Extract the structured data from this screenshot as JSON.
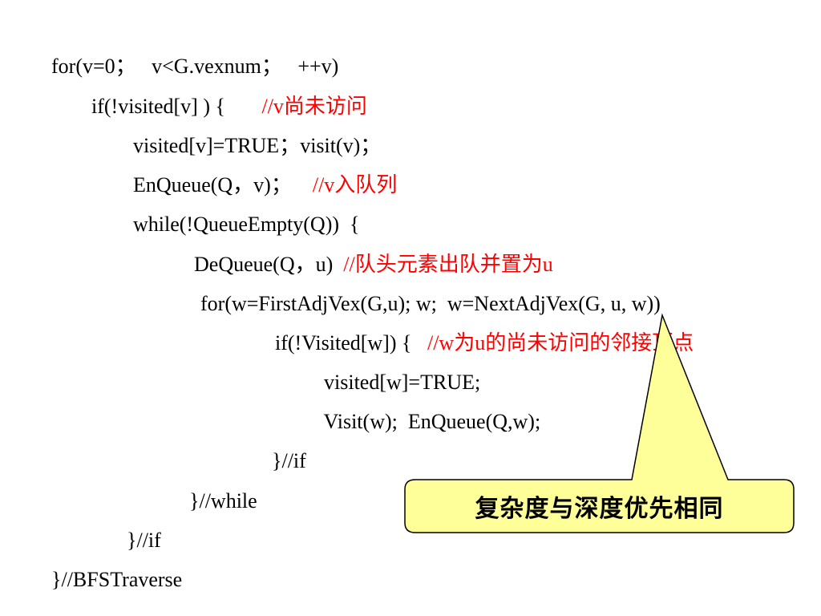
{
  "code_lines": [
    {
      "code": "for(v=0；   v<G.vexnum；   ++v)",
      "comment": ""
    },
    {
      "code": "if(!visited[v] ) {       ",
      "comment": "//v尚未访问"
    },
    {
      "code": "visited[v]=TRUE；visit(v)；",
      "comment": ""
    },
    {
      "code": "EnQueue(Q，v)；    ",
      "comment": "//v入队列"
    },
    {
      "code": "while(!QueueEmpty(Q))  {",
      "comment": ""
    },
    {
      "code": "DeQueue(Q，u)  ",
      "comment": "//队头元素出队并置为u"
    },
    {
      "code": "for(w=FirstAdjVex(G,u); w;  w=NextAdjVex(G, u, w))",
      "comment": ""
    },
    {
      "code": "if(!Visited[w]) {   ",
      "comment": "//w为u的尚未访问的邻接顶点"
    },
    {
      "code": "visited[w]=TRUE;",
      "comment": ""
    },
    {
      "code": "Visit(w);  EnQueue(Q,w);",
      "comment": ""
    },
    {
      "code": "}//if",
      "comment": ""
    },
    {
      "code": "}//while",
      "comment": ""
    },
    {
      "code": "}//if",
      "comment": ""
    },
    {
      "code": "}//BFSTraverse",
      "comment": ""
    }
  ],
  "callout": {
    "text": "复杂度与深度优先相同",
    "fill_color": "#ffff99",
    "stroke_color": "#000000"
  },
  "colors": {
    "code": "#000000",
    "comment": "#ff0000",
    "background": "#ffffff"
  }
}
